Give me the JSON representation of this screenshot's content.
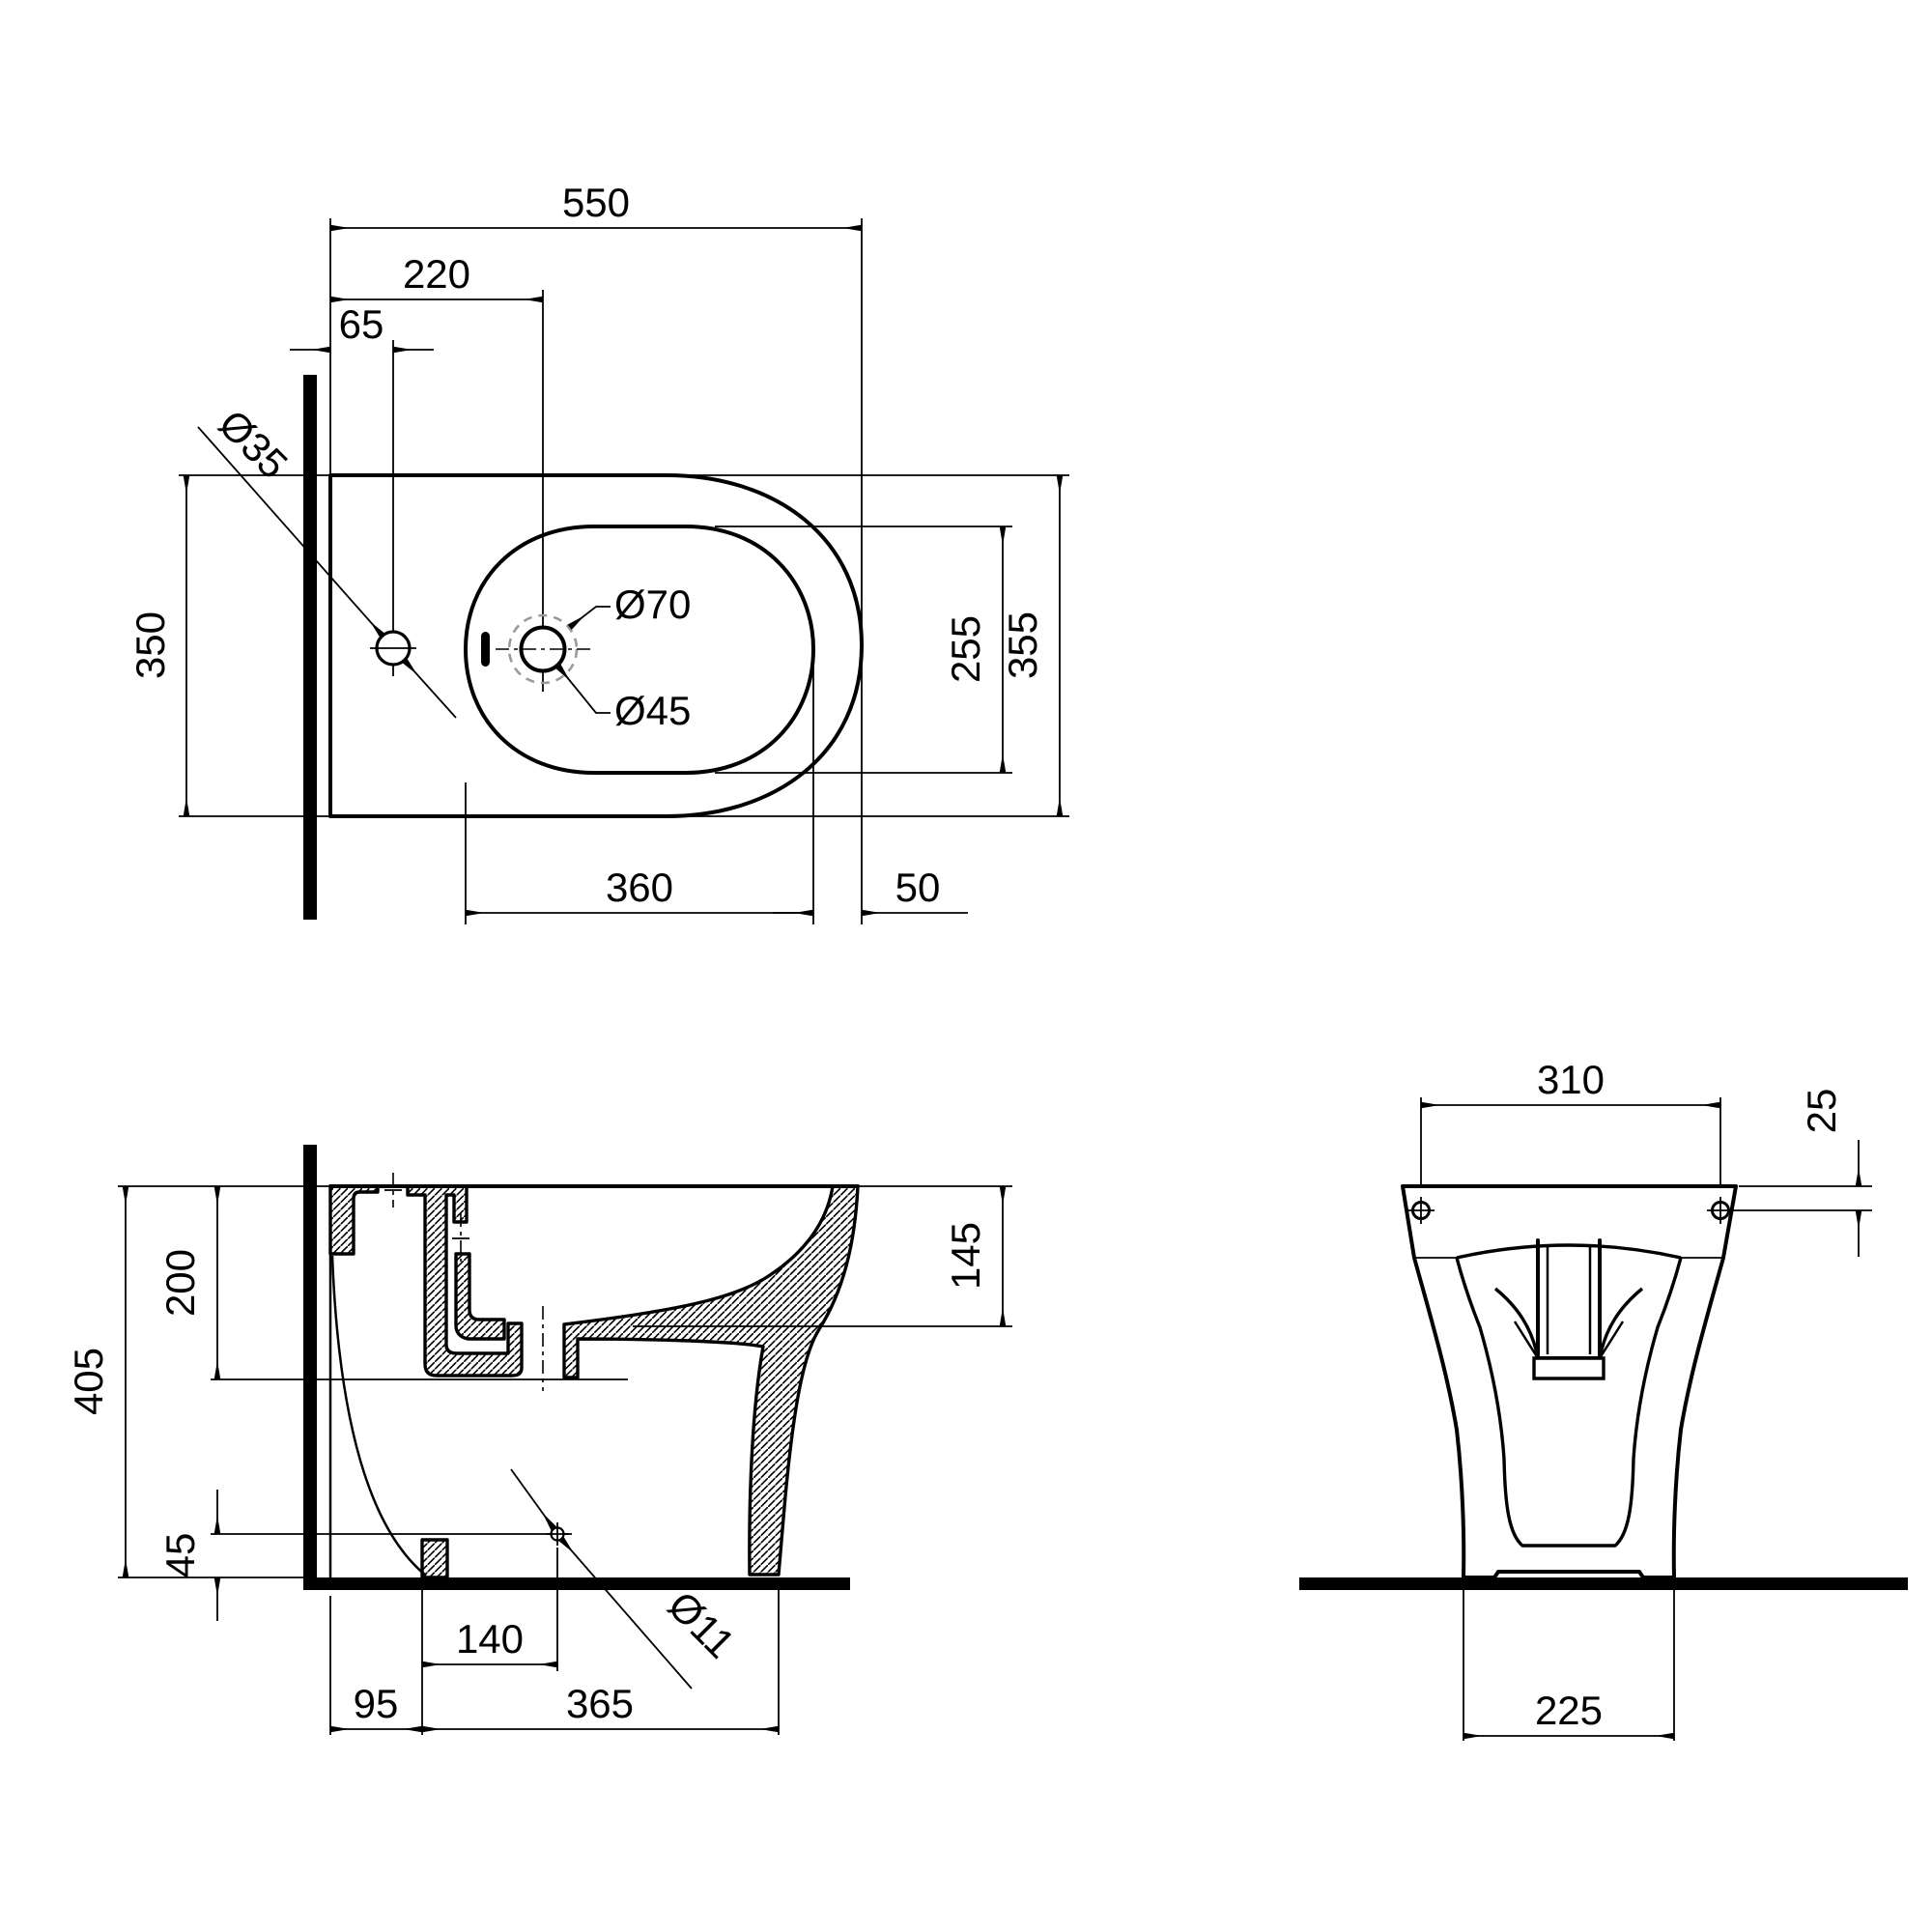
{
  "colors": {
    "line": "#000000",
    "background": "#ffffff",
    "hidden_detail": "#9a9a9a"
  },
  "top_view": {
    "dims": {
      "total_depth": "550",
      "drain_from_wall": "220",
      "faucet_from_wall": "65",
      "width_at_wall": "350",
      "bowl_width": "255",
      "overall_width": "355",
      "bowl_length": "360",
      "front_gap": "50"
    },
    "labels": {
      "faucet_hole": "Ø35",
      "drain_outer": "Ø70",
      "drain_inner": "Ø45"
    }
  },
  "side_view": {
    "dims": {
      "total_height": "405",
      "rim_to_channel": "200",
      "hole_height": "45",
      "rim_to_bowl_bottom": "145",
      "hole_from_rear": "140",
      "rear_offset": "95",
      "base_depth": "365"
    },
    "labels": {
      "fixing_hole": "Ø11"
    }
  },
  "front_view": {
    "dims": {
      "hole_spacing": "310",
      "hole_from_top": "25",
      "base_width": "225"
    }
  }
}
